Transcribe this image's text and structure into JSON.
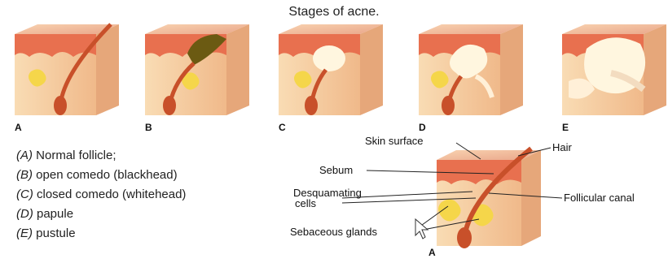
{
  "title": "Stages of acne.",
  "stages": [
    "A",
    "B",
    "C",
    "D",
    "E"
  ],
  "legend": [
    {
      "key": "(A)",
      "text": " Normal follicle;"
    },
    {
      "key": "(B)",
      "text": " open comedo (blackhead)"
    },
    {
      "key": "(C)",
      "text": " closed comedo (whitehead)"
    },
    {
      "key": "(D)",
      "text": " papule"
    },
    {
      "key": "(E)",
      "text": " pustule"
    }
  ],
  "detail": {
    "letter": "A",
    "labels": {
      "skin_surface": "Skin surface",
      "hair": "Hair",
      "sebum": "Sebum",
      "desquamating": "Desquamating",
      "cells": "cells",
      "follicular_canal": "Follicular canal",
      "sebaceous_glands": "Sebaceous glands"
    }
  },
  "colors": {
    "skin_top": "#f2c6a0",
    "skin_side": "#f7d4a8",
    "dermis": "#e8704f",
    "hair": "#c8502a",
    "gland": "#f5d64a",
    "blackhead": "#6b5a12",
    "whitehead": "#fff6df"
  }
}
